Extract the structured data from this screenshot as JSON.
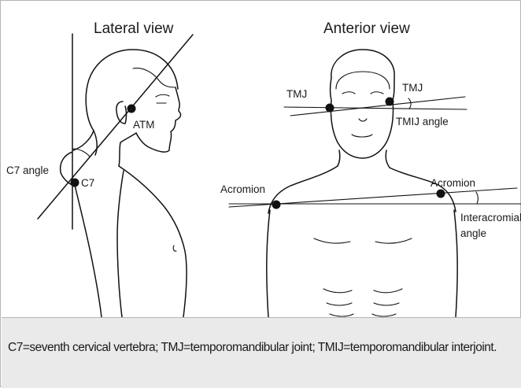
{
  "figure": {
    "lateral_title": "Lateral view",
    "anterior_title": "Anterior view",
    "labels": {
      "atm": "ATM",
      "c7_angle": "C7 angle",
      "c7": "C7",
      "tmj_left": "TMJ",
      "tmj_right": "TMJ",
      "tmij_angle": "TMIJ angle",
      "acromion_left": "Acromion",
      "acromion_right": "Acromion",
      "interacromial_line1": "Interacromial",
      "interacromial_line2": "angle"
    },
    "caption": "C7=seventh cervical vertebra; TMJ=temporomandibular joint; TMIJ=temporomandibular interjoint."
  },
  "colors": {
    "line": "#111111",
    "caption_background": "#eaeaea",
    "border": "#b5b5b5"
  }
}
